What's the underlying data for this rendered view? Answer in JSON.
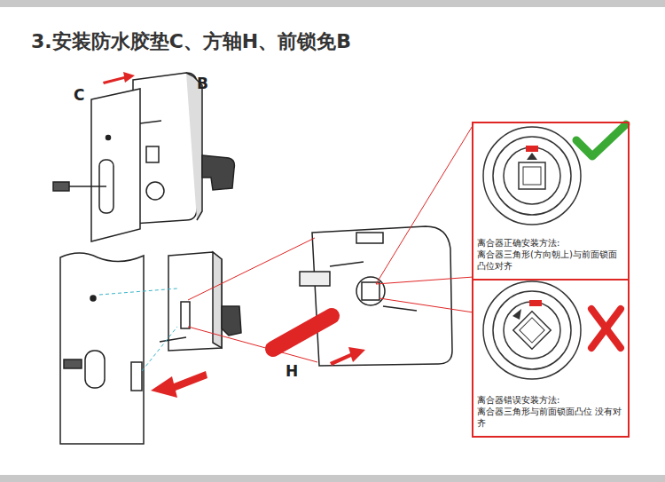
{
  "diagram": {
    "title": "3.安装防水胶垫C、方轴H、前锁免B",
    "nodes": [
      {
        "text": [
          "离合器正确安装方法:",
          "离合器三角形(方向朝上)与前面锁面 凸位对齐"
        ]
      },
      {
        "text": [
          "离合器错误安装方法:",
          "离合器三角形与前面锁面凸位 没有对齐"
        ]
      }
    ],
    "labels": [
      "C",
      "B",
      "H"
    ]
  }
}
